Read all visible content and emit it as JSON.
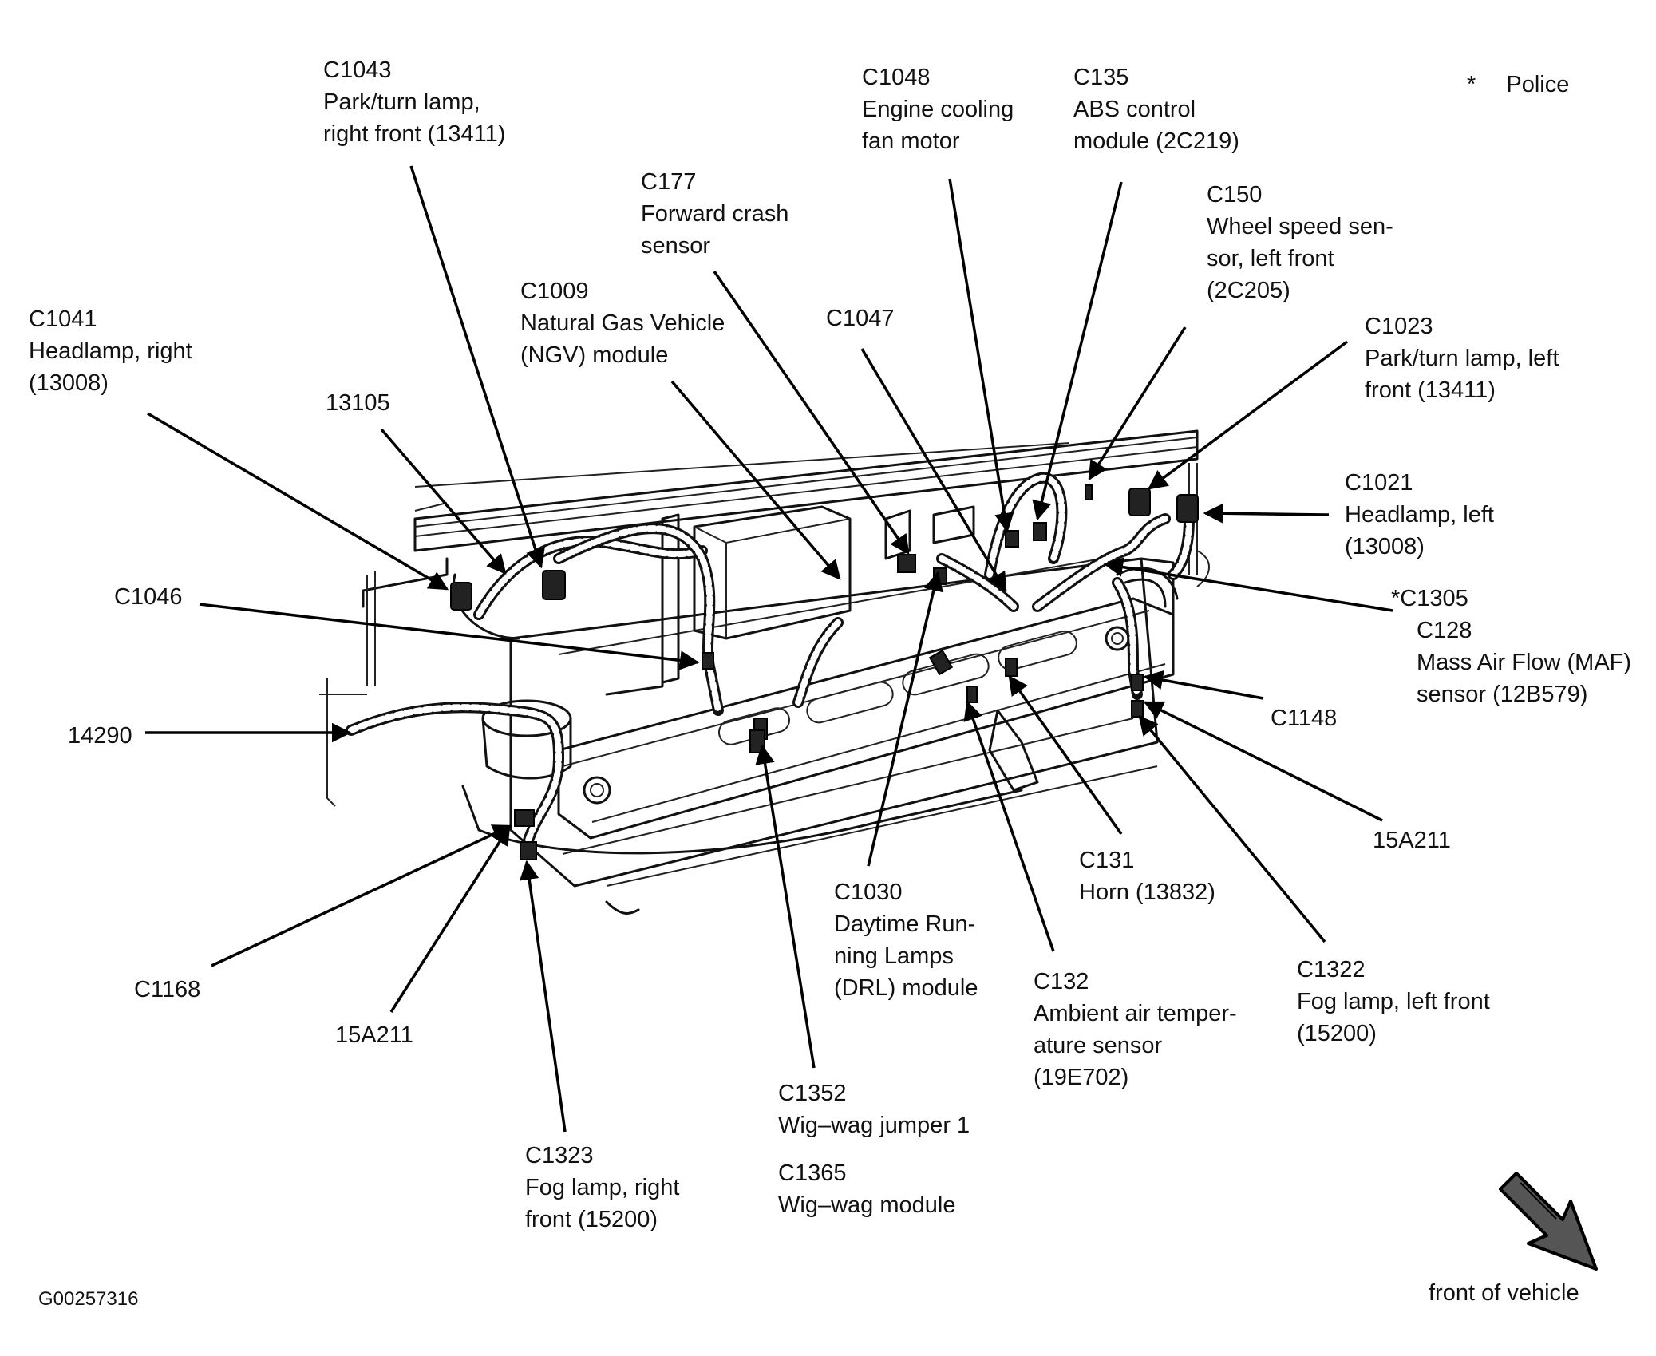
{
  "figure_code": "G00257316",
  "legend": {
    "star": "*",
    "text": "Police"
  },
  "direction": {
    "text": "front of vehicle"
  },
  "callouts": [
    {
      "id": "c1043",
      "lines": [
        "C1043",
        "Park/turn lamp,",
        "right front (13411)"
      ]
    },
    {
      "id": "c1048",
      "lines": [
        "C1048",
        "Engine cooling",
        "fan motor"
      ]
    },
    {
      "id": "c135",
      "lines": [
        "C135",
        "ABS control",
        "module (2C219)"
      ]
    },
    {
      "id": "c177",
      "lines": [
        "C177",
        "Forward crash",
        "sensor"
      ]
    },
    {
      "id": "c150",
      "lines": [
        "C150",
        "Wheel speed sen-",
        "sor, left front",
        "(2C205)"
      ]
    },
    {
      "id": "c1009",
      "lines": [
        "C1009",
        "Natural Gas Vehicle",
        "(NGV) module"
      ]
    },
    {
      "id": "c1041",
      "lines": [
        "C1041",
        "Headlamp, right",
        "(13008)"
      ]
    },
    {
      "id": "c1047",
      "lines": [
        "C1047"
      ]
    },
    {
      "id": "c1023",
      "lines": [
        "C1023",
        "Park/turn lamp, left",
        "front (13411)"
      ]
    },
    {
      "id": "n13105",
      "lines": [
        "13105"
      ]
    },
    {
      "id": "c1021",
      "lines": [
        "C1021",
        "Headlamp, left",
        "(13008)"
      ]
    },
    {
      "id": "c1046",
      "lines": [
        "C1046"
      ]
    },
    {
      "id": "c1305",
      "lines": [
        "*C1305"
      ]
    },
    {
      "id": "c128",
      "lines": [
        "C128",
        "Mass Air Flow (MAF)",
        "sensor (12B579)"
      ]
    },
    {
      "id": "c1148",
      "lines": [
        "C1148"
      ]
    },
    {
      "id": "n14290",
      "lines": [
        "14290"
      ]
    },
    {
      "id": "n15a211r",
      "lines": [
        "15A211"
      ]
    },
    {
      "id": "c131",
      "lines": [
        "C131",
        "Horn (13832)"
      ]
    },
    {
      "id": "c1030",
      "lines": [
        "C1030",
        "Daytime Run-",
        "ning Lamps",
        "(DRL) module"
      ]
    },
    {
      "id": "c1322",
      "lines": [
        "C1322",
        "Fog lamp, left front",
        "(15200)"
      ]
    },
    {
      "id": "c132",
      "lines": [
        "C132",
        "Ambient air temper-",
        "ature sensor",
        "(19E702)"
      ]
    },
    {
      "id": "c1168",
      "lines": [
        "C1168"
      ]
    },
    {
      "id": "n15a211l",
      "lines": [
        "15A211"
      ]
    },
    {
      "id": "c1352",
      "lines": [
        "C1352",
        "Wig–wag jumper 1"
      ]
    },
    {
      "id": "c1365",
      "lines": [
        "C1365",
        "Wig–wag module"
      ]
    },
    {
      "id": "c1323",
      "lines": [
        "C1323",
        "Fog lamp, right",
        "front (15200)"
      ]
    }
  ]
}
